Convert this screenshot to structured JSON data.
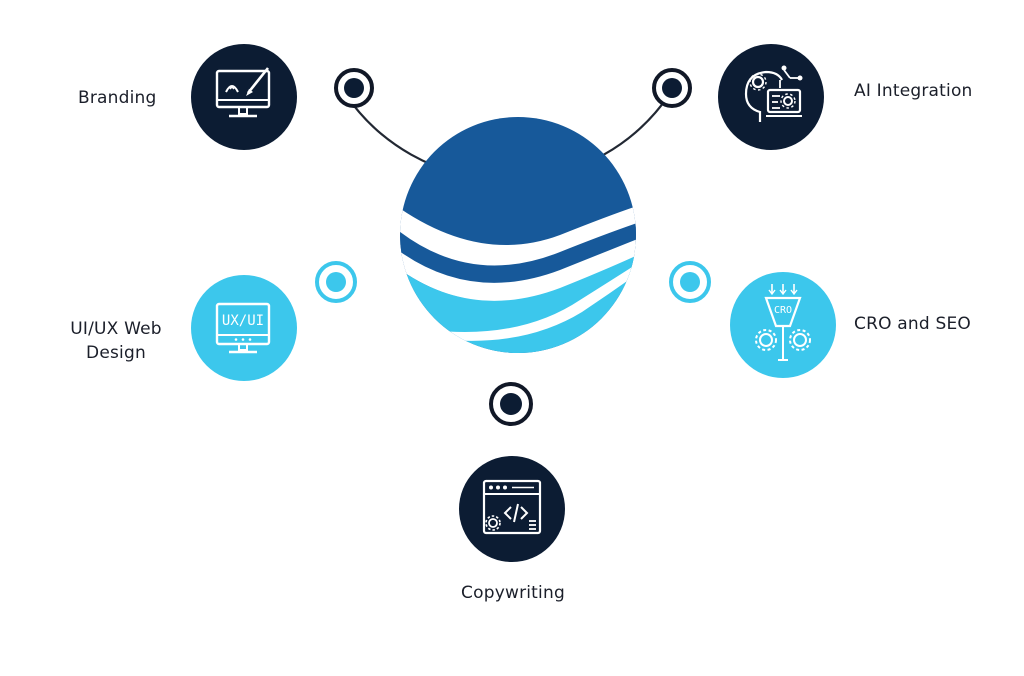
{
  "services": {
    "branding": {
      "label": "Branding",
      "icon": "monitor-pen-icon"
    },
    "ai_integration": {
      "label": "AI Integration",
      "icon": "ai-head-gears-icon"
    },
    "uiux": {
      "line1": "UI/UX Web",
      "line2": "Design",
      "icon": "ux-ui-monitor-icon",
      "badge": "UX/UI"
    },
    "cro_seo": {
      "label": "CRO and SEO",
      "icon": "cro-funnel-gears-icon",
      "badge": "CRO"
    },
    "copywriting": {
      "label": "Copywriting",
      "icon": "code-window-icon"
    }
  },
  "colors": {
    "navy": "#0c1c33",
    "cyan": "#3cc7ec",
    "logo_blue": "#17599a",
    "ring": "#222833"
  }
}
